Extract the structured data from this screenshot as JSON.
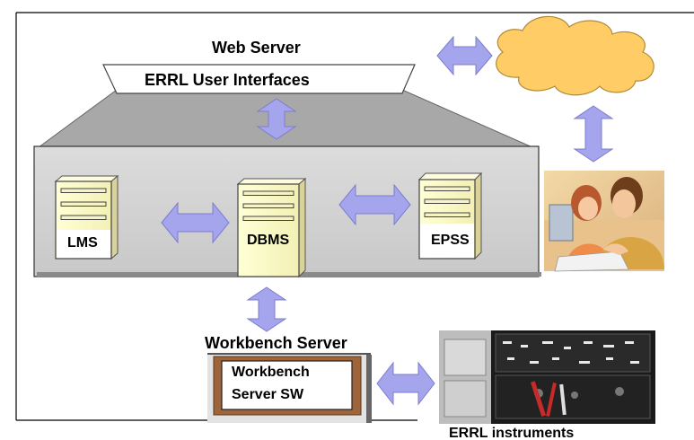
{
  "web_server": {
    "title": "Web Server",
    "banner_label": "ERRL User Interfaces"
  },
  "servers": {
    "lms": "LMS",
    "dbms": "DBMS",
    "epss": "EPSS"
  },
  "workbench": {
    "title": "Workbench Server",
    "software_line1": "Workbench",
    "software_line2": "Server SW"
  },
  "instruments": {
    "caption": "ERRL instruments"
  },
  "colors": {
    "arrow_fill": "#a5a5ee",
    "platform_fill": "#d4d4d4",
    "server_fill": "#ffffcc",
    "cloud_fill": "#ffcc66",
    "software_box_fill": "#a0643a"
  }
}
